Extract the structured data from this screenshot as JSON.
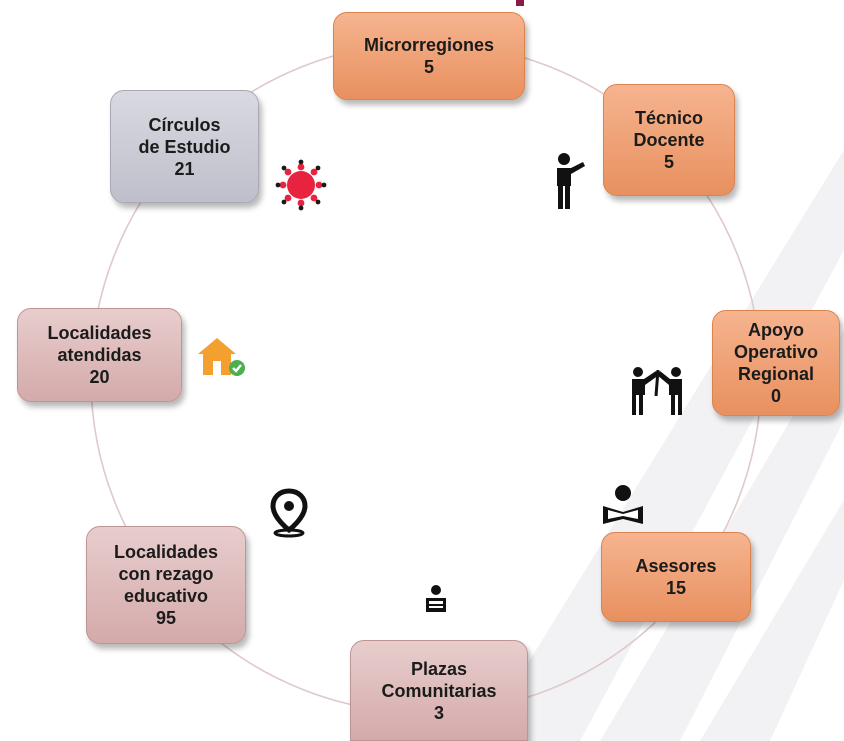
{
  "diagram": {
    "colors": {
      "orange": "#e8905f",
      "gray": "#bfbfcb",
      "pink": "#d4aaaa",
      "ring": "#e0c9c9",
      "accent": "#8b1a4a",
      "virus_icon": "#e8233f",
      "house_icon": "#f4a030",
      "check_badge": "#4caf50"
    },
    "nodes": [
      {
        "id": "microrregiones",
        "lines": [
          "Microrregiones",
          "5"
        ],
        "icon": "none"
      },
      {
        "id": "tecnico-docente",
        "lines": [
          "Técnico",
          "Docente",
          "5"
        ],
        "icon": "teacher-icon"
      },
      {
        "id": "apoyo-operativo",
        "lines": [
          "Apoyo",
          "Operativo",
          "Regional",
          "0"
        ],
        "icon": "collaboration-icon"
      },
      {
        "id": "asesores",
        "lines": [
          "Asesores",
          "15"
        ],
        "icon": "reader-icon"
      },
      {
        "id": "plazas",
        "lines": [
          "Plazas",
          "Comunitarias",
          "3"
        ],
        "icon": "student-reading-icon"
      },
      {
        "id": "localidades-rezago",
        "lines": [
          "Localidades",
          "con rezago",
          "educativo",
          "95"
        ],
        "icon": "map-pin-icon"
      },
      {
        "id": "localidades-atendidas",
        "lines": [
          "Localidades",
          "atendidas",
          "20"
        ],
        "icon": "house-check-icon"
      },
      {
        "id": "circulos",
        "lines": [
          "Círculos",
          "de Estudio",
          "21"
        ],
        "icon": "virus-icon"
      }
    ]
  }
}
